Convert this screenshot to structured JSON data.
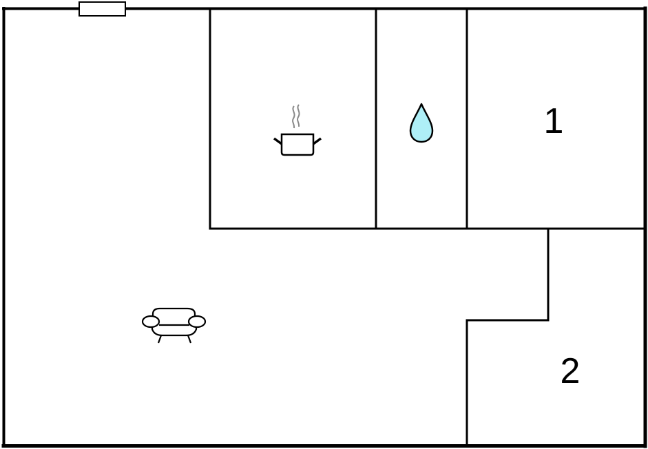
{
  "diagram": {
    "type": "floor-plan",
    "colors": {
      "background": "#ffffff",
      "wall": "#000000",
      "water_drop_fill": "#aeeff7",
      "steam": "#888888"
    },
    "rooms": [
      {
        "id": "living-room",
        "icon": "armchair-icon",
        "label": ""
      },
      {
        "id": "kitchen",
        "icon": "cooking-pot-icon",
        "label": ""
      },
      {
        "id": "bathroom",
        "icon": "water-drop-icon",
        "label": ""
      },
      {
        "id": "bedroom-1",
        "icon": "",
        "label": "1"
      },
      {
        "id": "bedroom-2",
        "icon": "",
        "label": "2"
      }
    ],
    "features": [
      {
        "id": "entrance-door",
        "type": "door-opening"
      }
    ]
  }
}
